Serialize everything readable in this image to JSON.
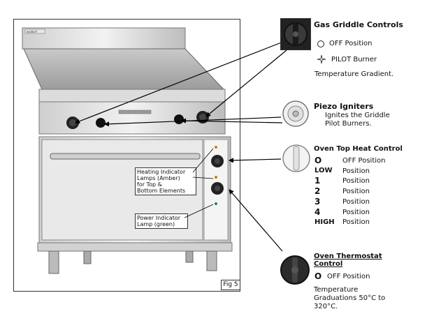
{
  "figure": {
    "label": "Fig 5"
  },
  "callouts": {
    "heating_lamps": [
      "Heating Indicator",
      "Lamps (Amber)",
      "for Top &",
      "Bottom Elements"
    ],
    "power_lamp": [
      "Power Indicator",
      "Lamp (green)"
    ]
  },
  "gas_griddle": {
    "title": "Gas Griddle Controls",
    "off": "OFF Position",
    "pilot": "PILOT Burner",
    "gradient": "Temperature Gradient."
  },
  "piezo": {
    "title": "Piezo Igniters",
    "desc_line1": "Ignites the Griddle",
    "desc_line2": "Pilot Burners."
  },
  "oven_top": {
    "title": "Oven Top Heat Control",
    "positions": [
      {
        "symbol": "O",
        "text": "OFF Position"
      },
      {
        "symbol": "LOW",
        "text": "Position"
      },
      {
        "symbol": "1",
        "text": "Position"
      },
      {
        "symbol": "2",
        "text": "Position"
      },
      {
        "symbol": "3",
        "text": "Position"
      },
      {
        "symbol": "4",
        "text": "Position"
      },
      {
        "symbol": "HIGH",
        "text": "Position"
      }
    ]
  },
  "oven_thermostat": {
    "title_line1": "Oven Thermostat",
    "title_line2": "Control",
    "off_symbol": "O",
    "off": "OFF Position",
    "grad_line1": "Temperature",
    "grad_line2": "Graduations 50°C to",
    "grad_line3": "320°C."
  },
  "appliance": {
    "brand": "waldorf"
  }
}
